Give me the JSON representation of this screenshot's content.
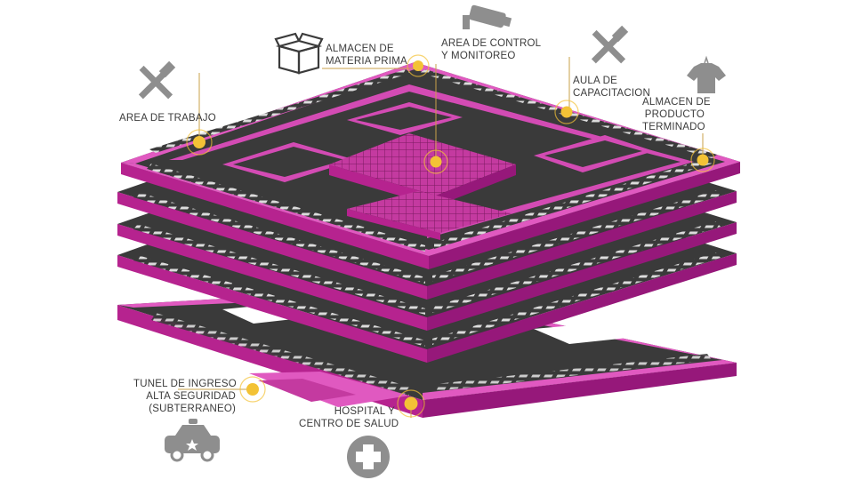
{
  "colors": {
    "slab_side": "#b6238f",
    "slab_top": "#e059c0",
    "floor": "#3a3a3a",
    "marker": "#f3c236",
    "leader": "#c9a24a",
    "icon": "#8e8e8e"
  },
  "labels": {
    "area_trabajo": {
      "lines": [
        "AREA DE TRABAJO"
      ],
      "icon": "tools-icon"
    },
    "almacen_materia": {
      "lines": [
        "ALMACEN DE",
        "MATERIA PRIMA"
      ],
      "icon": "box-icon"
    },
    "area_control": {
      "lines": [
        "AREA DE CONTROL",
        "Y MONITOREO"
      ],
      "icon": "camera-icon"
    },
    "aula": {
      "lines": [
        "AULA DE",
        "CAPACITACION"
      ],
      "icon": "tools-icon"
    },
    "almacen_producto": {
      "lines": [
        "ALMACEN DE",
        "PRODUCTO",
        "TERMINADO"
      ],
      "icon": "shirt-icon"
    },
    "tunel": {
      "lines": [
        "TUNEL DE INGRESO",
        "ALTA SEGURIDAD",
        "(SUBTERRANEO)"
      ],
      "icon": "police-car-icon"
    },
    "hospital": {
      "lines": [
        "HOSPITAL Y",
        "CENTRO DE SALUD"
      ],
      "icon": "medical-cross-icon"
    }
  }
}
